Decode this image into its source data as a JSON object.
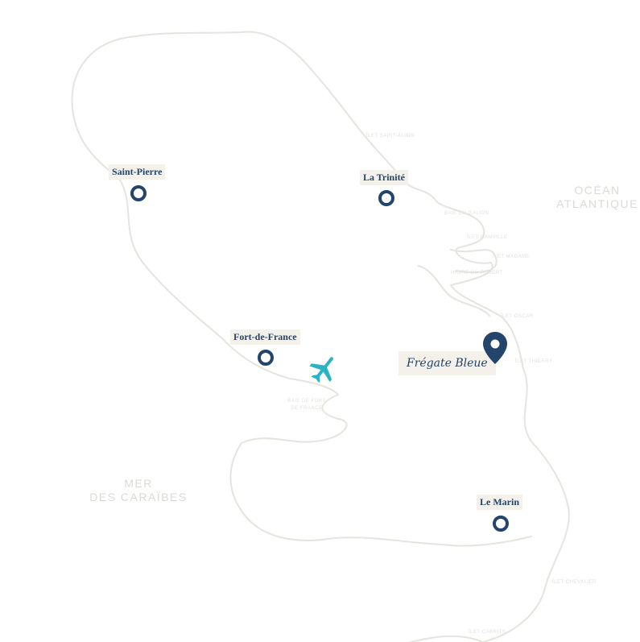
{
  "map": {
    "cities": [
      {
        "name": "Saint-Pierre"
      },
      {
        "name": "La Trinité"
      },
      {
        "name": "Fort-de-France"
      },
      {
        "name": "Le Marin"
      }
    ],
    "hotel": {
      "name": "Frégate Bleue"
    },
    "seas": {
      "atlantic": {
        "line1": "OCÉAN",
        "line2": "ATLANTIQUE"
      },
      "caribbean": {
        "line1": "MER",
        "line2": "DES CARAÏBES"
      }
    },
    "coast_labels": [
      "ÎLET SAINT-AUBIN",
      "BAIE DU GALION",
      "ÎLET RAMVILLE",
      "ÎLET MADAME",
      "HAVRE DU ROBERT",
      "ÎLET OSCAR",
      "ÎLET THIERRY",
      "BAIE DE FORT DE FRANCE",
      "ÎLET CHEVALIER",
      "ÎLET CABRITS"
    ],
    "colors": {
      "marker": "#23456b",
      "label_bg": "#f4f1ea",
      "airport": "#2bb3c4",
      "outline": "#e6e4de"
    },
    "icons": {
      "airport": "airplane-icon",
      "hotel": "map-pin-icon"
    }
  }
}
